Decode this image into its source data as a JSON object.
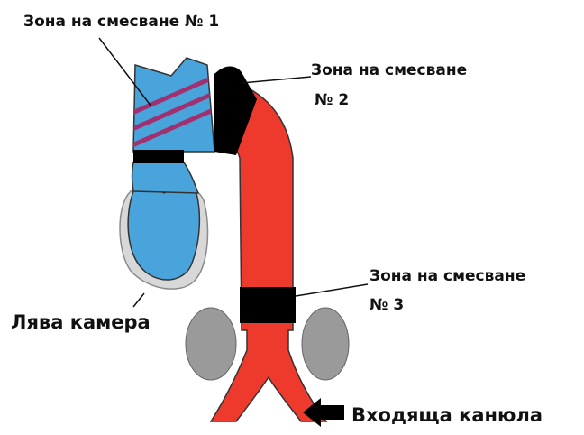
{
  "labels": {
    "zone1": "Зона на смесване № 1",
    "zone2_line1": "Зона на смесване",
    "zone2_line2": "№ 2",
    "zone3_line1": "Зона на смесване",
    "zone3_line2": "№ 3",
    "left_chamber": "Лява камера",
    "inflow_cannula": "Входяща канюла"
  },
  "colors": {
    "aorta": "#ee3a2c",
    "heart_blue": "#4aa4dc",
    "mixing_band": "#000000",
    "stripe": "#a03070",
    "kidney_gray": "#9a9a9a",
    "pericardium": "#d8d8d8"
  },
  "icons": {
    "cannula_arrow": "arrow-left-icon"
  }
}
